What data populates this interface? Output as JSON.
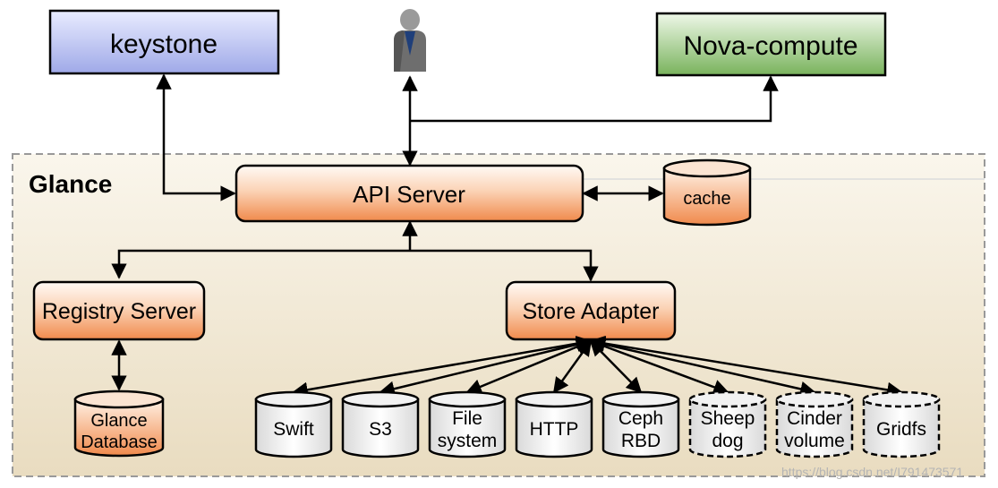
{
  "keystone": "keystone",
  "nova_compute": "Nova-compute",
  "glance": "Glance",
  "api_server": "API Server",
  "cache": "cache",
  "registry_server": "Registry Server",
  "store_adapter": "Store Adapter",
  "glance_db": [
    "Glance",
    "Database"
  ],
  "stores": [
    {
      "lines": [
        "Swift"
      ],
      "dashed": false
    },
    {
      "lines": [
        "S3"
      ],
      "dashed": false
    },
    {
      "lines": [
        "File",
        "system"
      ],
      "dashed": false
    },
    {
      "lines": [
        "HTTP"
      ],
      "dashed": false
    },
    {
      "lines": [
        "Ceph",
        "RBD"
      ],
      "dashed": false
    },
    {
      "lines": [
        "Sheep",
        "dog"
      ],
      "dashed": true
    },
    {
      "lines": [
        "Cinder",
        "volume"
      ],
      "dashed": true
    },
    {
      "lines": [
        "Gridfs"
      ],
      "dashed": true
    }
  ],
  "watermark": "https://blog.csdn.net/I791473571",
  "colors": {
    "keystone_fill": "#c9d0f5",
    "nova_fill": "#cfe8c4",
    "server_fill": "#f7a77a",
    "glance_bg": "#f1e8d4",
    "line": "#000000"
  }
}
